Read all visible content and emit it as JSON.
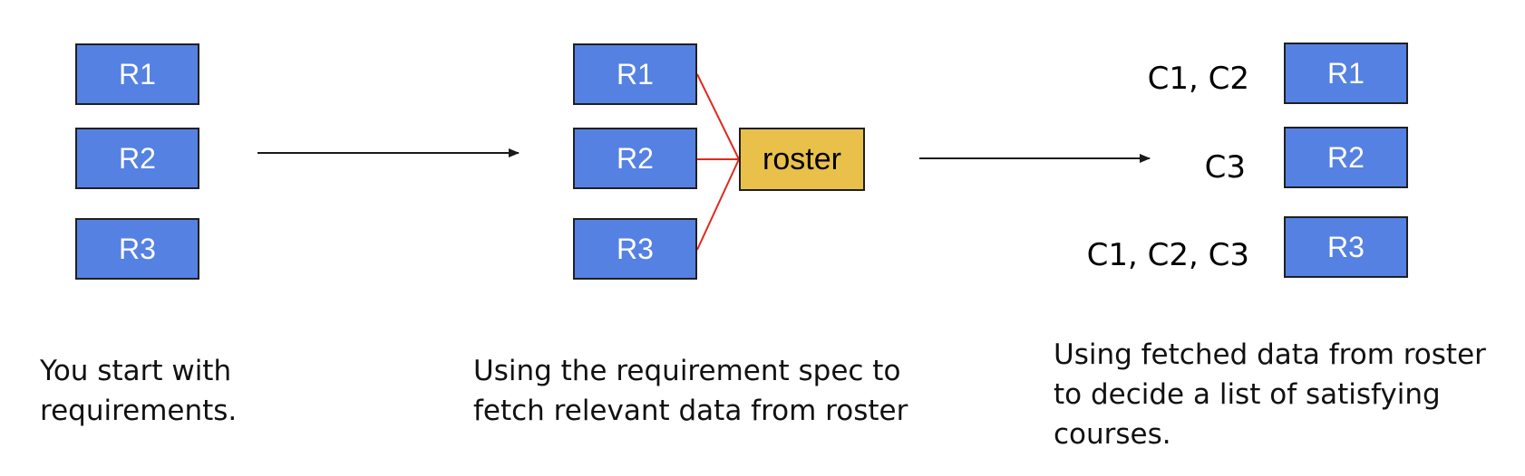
{
  "colors": {
    "requirement_fill": "#5581e3",
    "roster_fill": "#e9c14a",
    "connector": "#e0291d",
    "arrow": "#1a1a1a"
  },
  "stage1": {
    "requirements": [
      "R1",
      "R2",
      "R3"
    ],
    "caption": [
      "You start with",
      "requirements."
    ]
  },
  "stage2": {
    "requirements": [
      "R1",
      "R2",
      "R3"
    ],
    "roster_label": "roster",
    "caption": [
      "Using the requirement spec to",
      "fetch relevant data from roster"
    ]
  },
  "stage3": {
    "requirements": [
      "R1",
      "R2",
      "R3"
    ],
    "courses": [
      "C1, C2",
      "C3",
      "C1, C2, C3"
    ],
    "caption": [
      "Using fetched data from roster",
      "to decide a list of satisfying",
      "courses."
    ]
  }
}
